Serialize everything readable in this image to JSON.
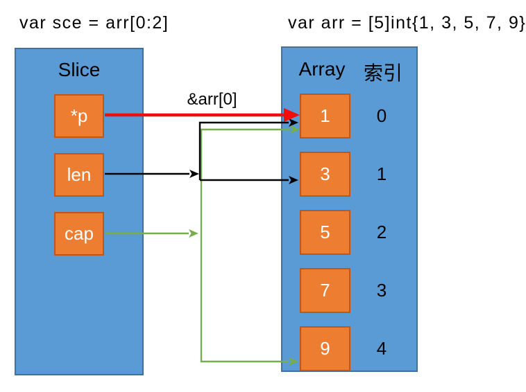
{
  "declarations": {
    "slice_decl": "var sce = arr[0:2]",
    "array_decl": "var arr = [5]int{1, 3, 5, 7, 9}"
  },
  "pointer_arrow": {
    "label": "&arr[0]"
  },
  "slice_panel": {
    "title": "Slice",
    "fields": [
      {
        "label": "*p"
      },
      {
        "label": "len"
      },
      {
        "label": "cap"
      }
    ]
  },
  "array_panel": {
    "title": "Array",
    "index_header": "索引",
    "elements": [
      {
        "value": "1",
        "index": "0"
      },
      {
        "value": "3",
        "index": "1"
      },
      {
        "value": "5",
        "index": "2"
      },
      {
        "value": "7",
        "index": "3"
      },
      {
        "value": "9",
        "index": "4"
      }
    ]
  },
  "colors": {
    "panel_blue": "#5B9BD5",
    "panel_border_blue": "#41719C",
    "cell_orange": "#ED7D31",
    "cell_border_orange": "#C0571A",
    "pointer_red": "#F20D0D",
    "range_green": "#77AE4C",
    "line_black": "#000000"
  }
}
